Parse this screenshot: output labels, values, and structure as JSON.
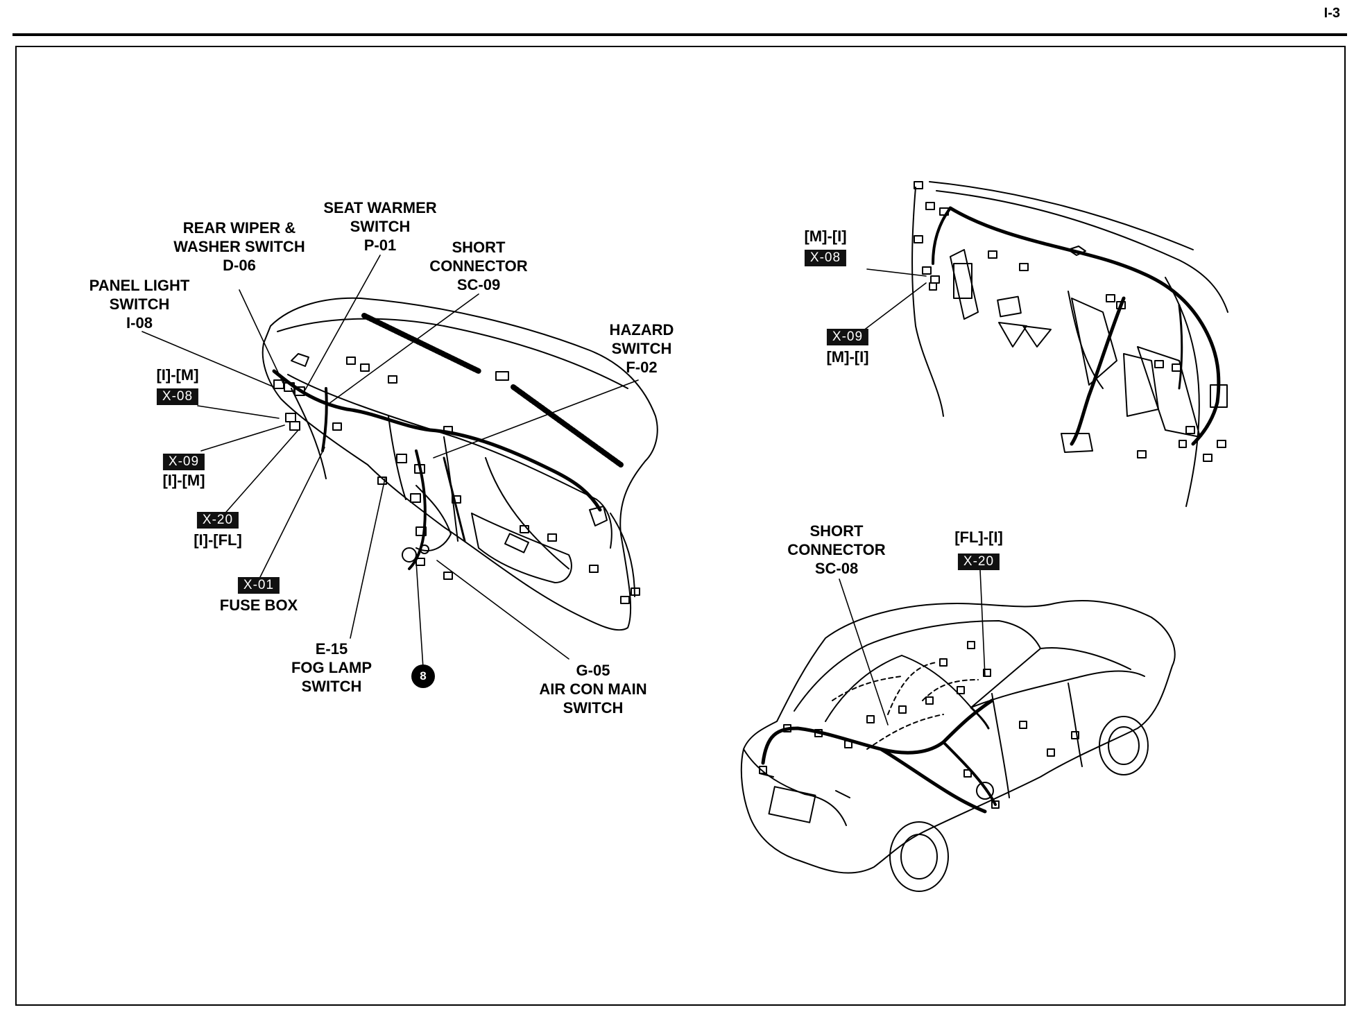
{
  "page_number": "I-3",
  "dashboard": {
    "seat_warmer": [
      "SEAT WARMER",
      "SWITCH",
      "P-01"
    ],
    "rear_wiper": [
      "REAR WIPER &",
      "WASHER SWITCH",
      "D-06"
    ],
    "short_connector_sc09": [
      "SHORT",
      "CONNECTOR",
      "SC-09"
    ],
    "panel_light": [
      "PANEL LIGHT",
      "SWITCH",
      "I-08"
    ],
    "hazard": [
      "HAZARD",
      "SWITCH",
      "F-02"
    ],
    "x08": {
      "code": "[I]-[M]",
      "tag": "X-08"
    },
    "x09": {
      "tag": "X-09",
      "code": "[I]-[M]"
    },
    "x20": {
      "tag": "X-20",
      "code": "[I]-[FL]"
    },
    "x01": {
      "tag": "X-01",
      "name": "FUSE BOX"
    },
    "fog_lamp": [
      "E-15",
      "FOG LAMP",
      "SWITCH"
    ],
    "ground": "8",
    "air_con": [
      "G-05",
      "AIR CON MAIN",
      "SWITCH"
    ]
  },
  "interior": {
    "x08": {
      "code": "[M]-[I]",
      "tag": "X-08"
    },
    "x09": {
      "tag": "X-09",
      "code": "[M]-[I]"
    }
  },
  "vehicle": {
    "short_connector_sc08": [
      "SHORT",
      "CONNECTOR",
      "SC-08"
    ],
    "x20": {
      "code": "[FL]-[I]",
      "tag": "X-20"
    }
  }
}
